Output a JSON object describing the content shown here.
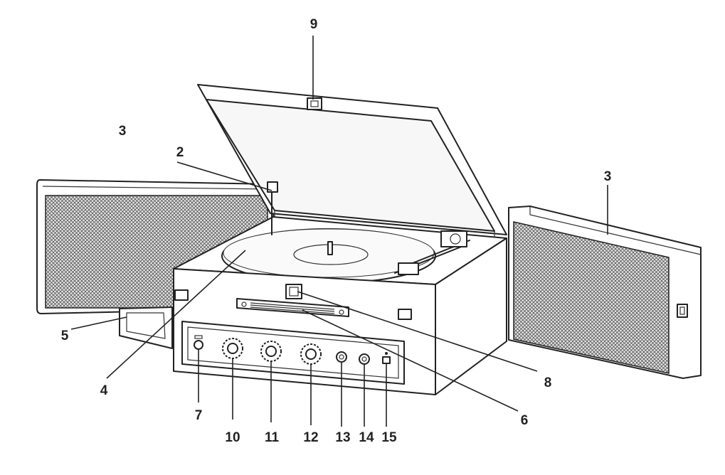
{
  "callouts": [
    {
      "id": "c1",
      "label": "3"
    },
    {
      "id": "c2",
      "label": "2"
    },
    {
      "id": "c3",
      "label": "9"
    },
    {
      "id": "c4",
      "label": "3"
    },
    {
      "id": "c5",
      "label": "5"
    },
    {
      "id": "c6",
      "label": "4"
    },
    {
      "id": "c7",
      "label": "8"
    },
    {
      "id": "c8",
      "label": "6"
    },
    {
      "id": "c9",
      "label": "7"
    },
    {
      "id": "c10",
      "label": "10"
    },
    {
      "id": "c11",
      "label": "11"
    },
    {
      "id": "c12",
      "label": "12"
    },
    {
      "id": "c13",
      "label": "13"
    },
    {
      "id": "c14",
      "label": "14"
    },
    {
      "id": "c15",
      "label": "15"
    }
  ],
  "colors": {
    "line": "#222222",
    "fill": "#ffffff",
    "grille": "#bfbfbf"
  },
  "icons": [
    "speaker-grille-icon",
    "knob-icon",
    "jack-icon",
    "turntable-icon"
  ]
}
